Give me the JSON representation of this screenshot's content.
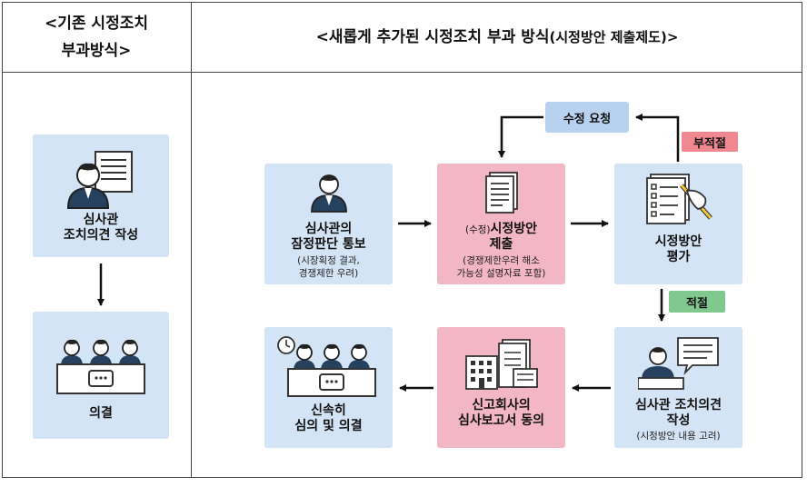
{
  "headers": {
    "left_line1": "<기존 시정조치",
    "left_line2": "부과방식>",
    "right_main": "<새롭게 추가된 시정조치 부과 방식",
    "right_paren": "(시정방안 제출제도)>"
  },
  "left_flow": {
    "box1_line1": "심사관",
    "box1_line2": "조치의견 작성",
    "box2_label": "의결"
  },
  "right_flow": {
    "notice_line1": "심사관의",
    "notice_line2": "잠정판단 통보",
    "notice_sub1": "(시장획정 결과,",
    "notice_sub2": "경쟁제한 우려)",
    "submit_prefix": "(수정)",
    "submit_line1": "시정방안",
    "submit_line2": "제출",
    "submit_sub1": "(경쟁제한우려 해소",
    "submit_sub2": "가능성 설명자료 포함)",
    "eval_line1": "시정방안",
    "eval_line2": "평가",
    "revise_label": "수정 요청",
    "unfit_label": "부적절",
    "fit_label": "적절",
    "opinion_line1": "심사관 조치의견",
    "opinion_line2": "작성",
    "opinion_sub": "(시정방안 내용 고려)",
    "agree_line1": "신고회사의",
    "agree_line2": "심사보고서 동의",
    "quick_line1": "신속히",
    "quick_line2": "심의 및 의결"
  },
  "icons": {
    "person": "person-icon",
    "document": "document-icon",
    "checklist": "checklist-icon",
    "committee": "committee-icon",
    "building": "building-icon",
    "clock": "clock-icon",
    "speech": "speech-bubble-icon"
  },
  "colors": {
    "blue_box": "#d3e4f6",
    "pink_box": "#f3b6c4",
    "unfit_tag": "#f0888f",
    "fit_tag": "#7fc98f",
    "revise_box": "#b8d1ee"
  }
}
